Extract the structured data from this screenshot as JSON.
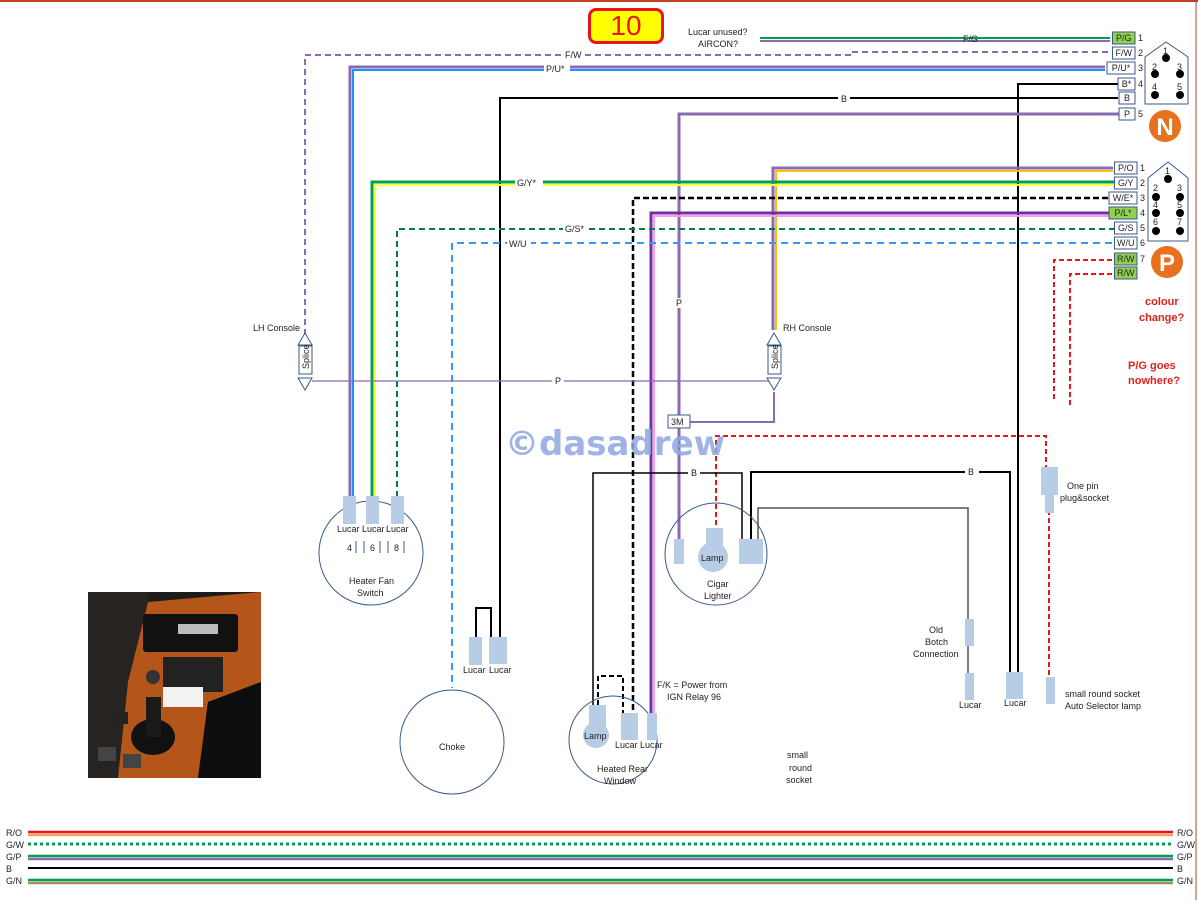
{
  "page_number": "10",
  "watermark": "©dasadrew",
  "top_notes": {
    "lucar_unused": "Lucar unused?",
    "aircon": "AIRCON?"
  },
  "wire_labels": {
    "fw": "F/W",
    "pu": "P/U*",
    "pg": "F/G",
    "b": "B",
    "gy": "G/Y*",
    "gs": "G/S*",
    "wu": "W/U",
    "p": "P",
    "p2": "P",
    "b2": "B",
    "b3": "B"
  },
  "connector_n": {
    "badge": "N",
    "pins": [
      {
        "num": "1",
        "label": "P/G",
        "highlight": true
      },
      {
        "num": "2",
        "label": "F/W",
        "highlight": false
      },
      {
        "num": "3",
        "label": "P/U*",
        "highlight": false
      },
      {
        "num": "4",
        "label": "B*",
        "highlight": false
      },
      {
        "num": "",
        "label": "B",
        "highlight": false
      },
      {
        "num": "5",
        "label": "P",
        "highlight": false
      }
    ],
    "pin_map": [
      "1",
      "2",
      "3",
      "4",
      "5"
    ]
  },
  "connector_p": {
    "badge": "P",
    "pins": [
      {
        "num": "1",
        "label": "P/O",
        "highlight": false
      },
      {
        "num": "2",
        "label": "G/Y",
        "highlight": false
      },
      {
        "num": "3",
        "label": "W/E*",
        "highlight": false
      },
      {
        "num": "4",
        "label": "P/L*",
        "highlight": true
      },
      {
        "num": "5",
        "label": "G/S",
        "highlight": false
      },
      {
        "num": "6",
        "label": "W/U",
        "highlight": false
      },
      {
        "num": "7",
        "label": "R/W",
        "highlight": true
      },
      {
        "num": "",
        "label": "R/W",
        "highlight": true
      }
    ],
    "pin_map": [
      "1",
      "2",
      "3",
      "4",
      "5",
      "6",
      "7"
    ]
  },
  "notes_red": {
    "colour_change_1": "colour",
    "colour_change_2": "change?",
    "pg_nowhere_1": "P/G goes",
    "pg_nowhere_2": "nowhere?"
  },
  "components": {
    "lh_console": "LH Console",
    "rh_console": "RH Console",
    "splice": "Splice",
    "three_m": "3M",
    "heater_switch": {
      "lucar": [
        "Lucar",
        "Lucar",
        "Lucar"
      ],
      "terminals": [
        "4",
        "6",
        "8"
      ],
      "title_1": "Heater Fan",
      "title_2": "Switch"
    },
    "choke": {
      "title": "Choke",
      "lucar": [
        "Lucar",
        "Lucar"
      ]
    },
    "heated_rear_window": {
      "lamp": "Lamp",
      "lucar": [
        "Lucar",
        "Lucar"
      ],
      "title_1": "Heated Rear",
      "title_2": "Window",
      "note_1": "F/K = Power from",
      "note_2": "IGN Relay 96"
    },
    "cigar_lighter": {
      "lamp": "Lamp",
      "title_1": "Cigar",
      "title_2": "Lighter"
    },
    "small_round_socket": [
      "small",
      "round",
      "socket"
    ],
    "old_botch": [
      "Old",
      "Botch",
      "Connection"
    ],
    "lucar_a": "Lucar",
    "lucar_b": "Lucar",
    "one_pin_1": "One pin",
    "one_pin_2": "plug&socket",
    "auto_selector_1": "small round socket",
    "auto_selector_2": "Auto Selector lamp"
  },
  "harness_bottom": [
    {
      "label": "R/O",
      "colors": [
        "#e8141e",
        "#f4a460"
      ],
      "style": "solid"
    },
    {
      "label": "G/W",
      "colors": [
        "#00a050"
      ],
      "style": "dotted"
    },
    {
      "label": "G/P",
      "colors": [
        "#00a050",
        "#8a6ab0"
      ],
      "style": "solid"
    },
    {
      "label": "B",
      "colors": [
        "#000000"
      ],
      "style": "solid"
    },
    {
      "label": "G/N",
      "colors": [
        "#00a050",
        "#a09060"
      ],
      "style": "solid"
    }
  ],
  "colors": {
    "purple": "#8a6ab0",
    "blue": "#1e90ff",
    "green": "#00a050",
    "yellow": "#ffff00",
    "black": "#000000",
    "red": "#e8141e",
    "orange_badge": "#e8701e",
    "pink": "#ff99ee",
    "connector_fill": "#b7cde6",
    "highlight_fill": "#92d050",
    "border": "#c04020"
  }
}
